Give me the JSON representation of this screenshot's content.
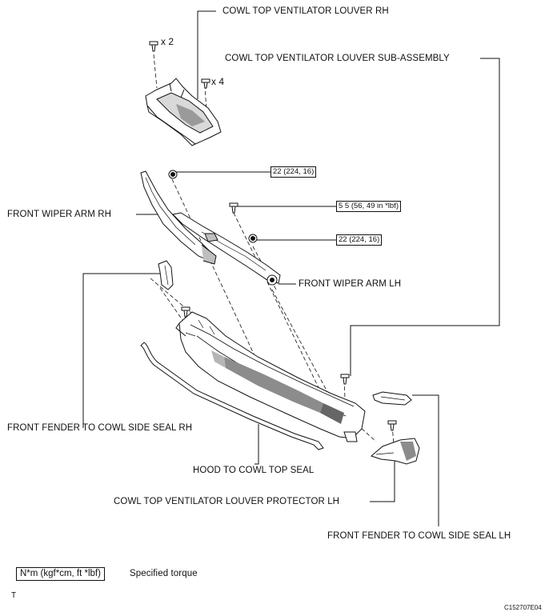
{
  "labels": {
    "cowl_top_ventilator_louver_rh": "COWL TOP VENTILATOR LOUVER RH",
    "cowl_top_ventilator_louver_sub_assembly": "COWL TOP VENTILATOR LOUVER SUB-ASSEMBLY",
    "front_wiper_arm_rh": "FRONT WIPER ARM RH",
    "front_wiper_arm_lh": "FRONT WIPER ARM LH",
    "front_fender_to_cowl_side_seal_rh": "FRONT FENDER TO COWL SIDE SEAL RH",
    "hood_to_cowl_top_seal": "HOOD TO COWL TOP SEAL",
    "cowl_top_ventilator_louver_protector_lh": "COWL TOP VENTILATOR LOUVER PROTECTOR LH",
    "front_fender_to_cowl_side_seal_lh": "FRONT FENDER TO COWL SIDE SEAL LH"
  },
  "quantities": {
    "clip_qty_x2": "x 2",
    "clip_qty_x4": "x 4"
  },
  "torque_specs": {
    "nut_rh": "22 (224, 16)",
    "bolt_center": "5 5 (56, 49 in *lbf)",
    "nut_lh": "22 (224, 16)"
  },
  "legend": {
    "unit_box": "N*m (kgf*cm, ft *lbf)",
    "description": "Specified torque"
  },
  "footer": {
    "mark": "T",
    "figure_code": "C152707E04"
  }
}
